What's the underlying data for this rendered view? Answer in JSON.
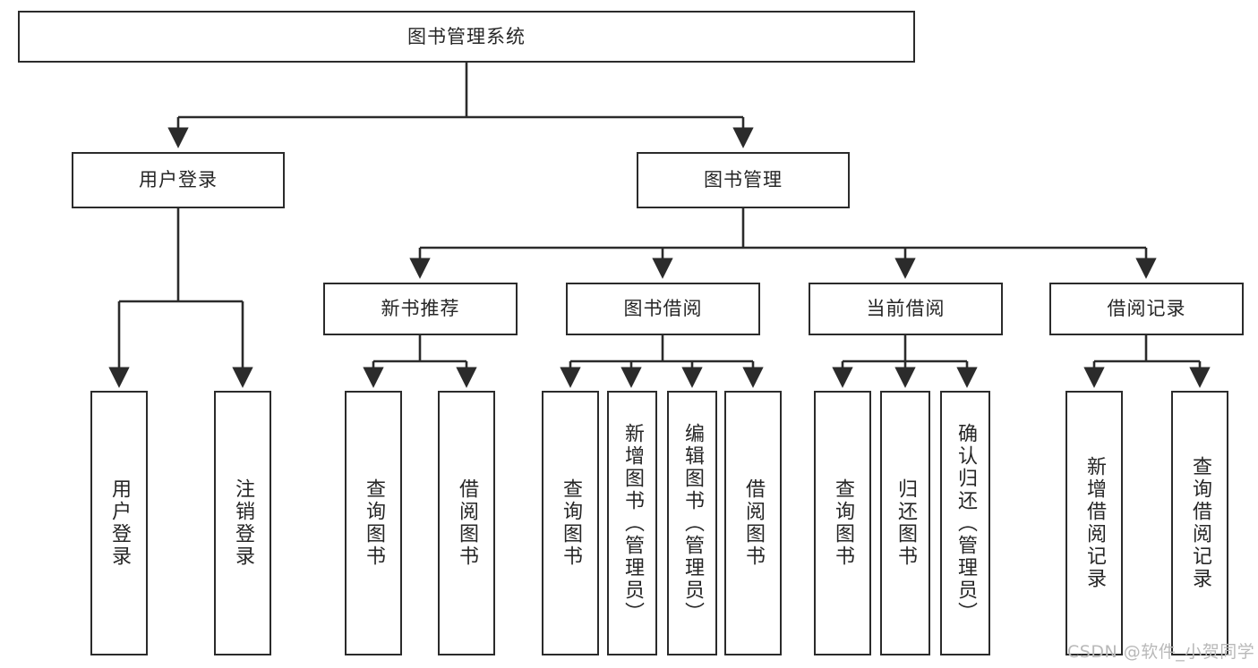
{
  "diagram": {
    "title": "图书管理系统",
    "type": "tree-hierarchy-chart",
    "orientation": "top-down",
    "colors": {
      "stroke": "#2b2b2b",
      "fill": "#ffffff",
      "text": "#262626",
      "watermark": "#b9b9b9"
    },
    "root": {
      "id": "root",
      "label": "图书管理系统"
    },
    "level2": [
      {
        "id": "user-login",
        "label": "用户登录"
      },
      {
        "id": "book-manage",
        "label": "图书管理"
      }
    ],
    "level3": [
      {
        "id": "new-book-recommend",
        "label": "新书推荐"
      },
      {
        "id": "book-borrow",
        "label": "图书借阅"
      },
      {
        "id": "current-borrow",
        "label": "当前借阅"
      },
      {
        "id": "borrow-record",
        "label": "借阅记录"
      }
    ],
    "leaves": {
      "user_login": [
        {
          "id": "leaf-user-login",
          "label": "用户登录"
        },
        {
          "id": "leaf-logout-login",
          "label": "注销登录"
        }
      ],
      "new_book_recommend": [
        {
          "id": "leaf-query-book-1",
          "label": "查询图书"
        },
        {
          "id": "leaf-borrow-book-1",
          "label": "借阅图书"
        }
      ],
      "book_borrow": [
        {
          "id": "leaf-query-book-2",
          "label": "查询图书"
        },
        {
          "id": "leaf-add-book",
          "label": "新增图书（管理员）"
        },
        {
          "id": "leaf-edit-book",
          "label": "编辑图书（管理员）"
        },
        {
          "id": "leaf-borrow-book-2",
          "label": "借阅图书"
        }
      ],
      "current_borrow": [
        {
          "id": "leaf-query-book-3",
          "label": "查询图书"
        },
        {
          "id": "leaf-return-book",
          "label": "归还图书"
        },
        {
          "id": "leaf-confirm-return",
          "label": "确认归还（管理员）"
        }
      ],
      "borrow_record": [
        {
          "id": "leaf-add-record",
          "label": "新增借阅记录"
        },
        {
          "id": "leaf-query-record",
          "label": "查询借阅记录"
        }
      ]
    }
  },
  "watermark": {
    "text": "CSDN @软件_小贺同学"
  }
}
